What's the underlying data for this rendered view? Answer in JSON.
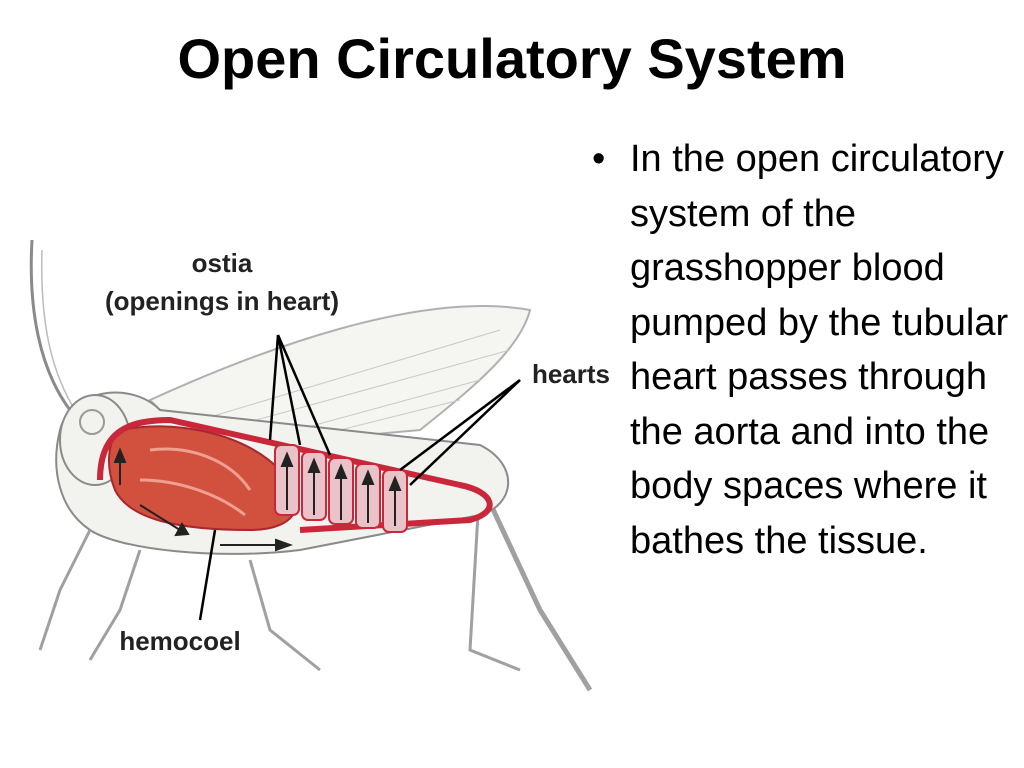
{
  "slide": {
    "title": "Open Circulatory System",
    "bullet_text": "In the open circulatory system of the grasshopper blood pumped by the tubular heart passes through the aorta and into the body spaces where it bathes the tissue."
  },
  "diagram": {
    "labels": {
      "ostia": "ostia",
      "ostia_sub": "(openings in heart)",
      "hearts": "hearts",
      "hemocoel": "hemocoel"
    },
    "colors": {
      "heart": "#c8283a",
      "gut": "#d2503e",
      "outline": "#8a8a8a",
      "body_fill": "#f2f2ef"
    }
  }
}
